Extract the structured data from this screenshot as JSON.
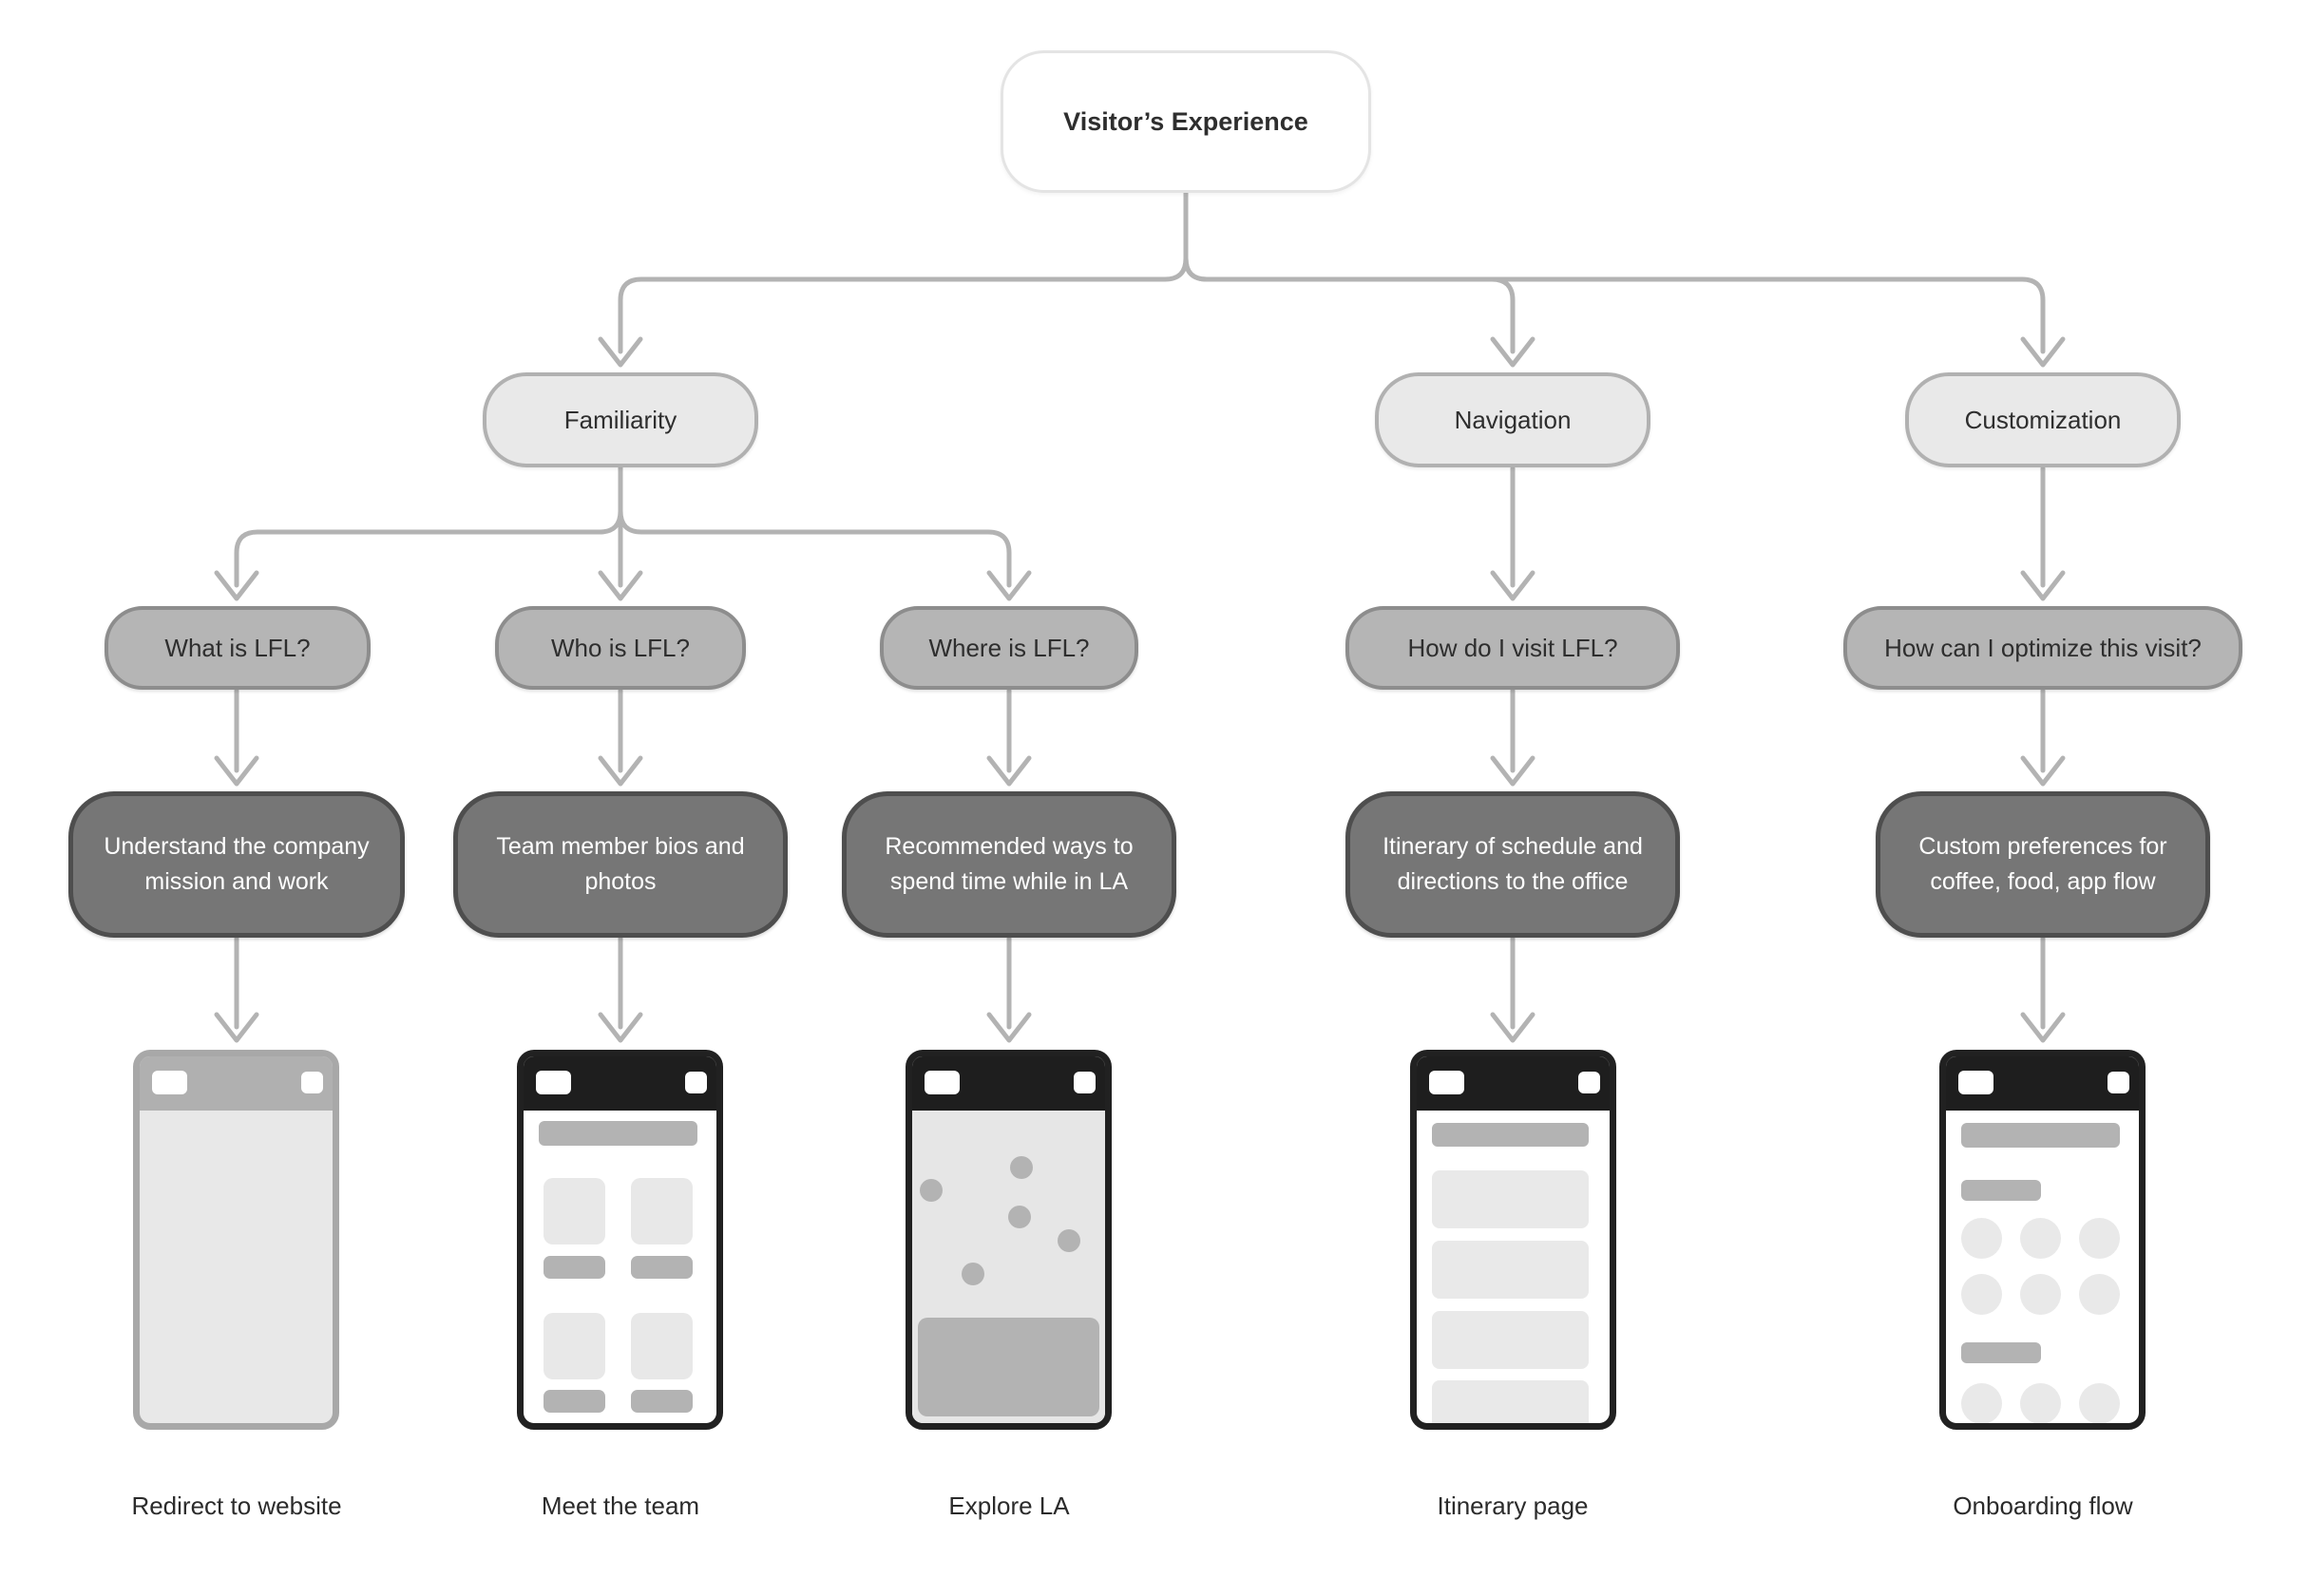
{
  "diagram": {
    "root": {
      "label": "Visitor’s Experience"
    },
    "level2": [
      {
        "label": "Familiarity"
      },
      {
        "label": "Navigation"
      },
      {
        "label": "Customization"
      }
    ],
    "level3": [
      {
        "label": "What is LFL?"
      },
      {
        "label": "Who is LFL?"
      },
      {
        "label": "Where is LFL?"
      },
      {
        "label": "How do I visit LFL?"
      },
      {
        "label": "How can I optimize this visit?"
      }
    ],
    "outcomes": [
      {
        "label": "Understand the company mission and work"
      },
      {
        "label": "Team member bios and photos"
      },
      {
        "label": "Recommended ways to spend time while in LA"
      },
      {
        "label": "Itinerary of schedule and directions to the office"
      },
      {
        "label": "Custom preferences for coffee, food, app flow"
      }
    ],
    "screens": [
      {
        "caption": "Redirect to website",
        "wireframe": "blank-webpage"
      },
      {
        "caption": "Meet the team",
        "wireframe": "card-grid"
      },
      {
        "caption": "Explore LA",
        "wireframe": "map-pins"
      },
      {
        "caption": "Itinerary page",
        "wireframe": "stacked-list"
      },
      {
        "caption": "Onboarding flow",
        "wireframe": "preference-options"
      }
    ],
    "colors": {
      "background": "#ffffff",
      "root_fill": "#ffffff",
      "root_border": "#e4e4e4",
      "branch_fill": "#e9e9e9",
      "branch_border": "#b1b1b1",
      "question_fill": "#b5b5b5",
      "question_border": "#8d8d8d",
      "outcome_fill": "#767676",
      "outcome_border": "#4e4e4e",
      "connector": "#b3b3b3",
      "phone_frame_dark": "#212121",
      "phone_frame_light": "#a8a8a8",
      "wireframe_gray": "#b3b3b3",
      "wireframe_light": "#e9e9e9",
      "text_dark": "#2e2e2e",
      "text_light": "#ffffff"
    }
  }
}
